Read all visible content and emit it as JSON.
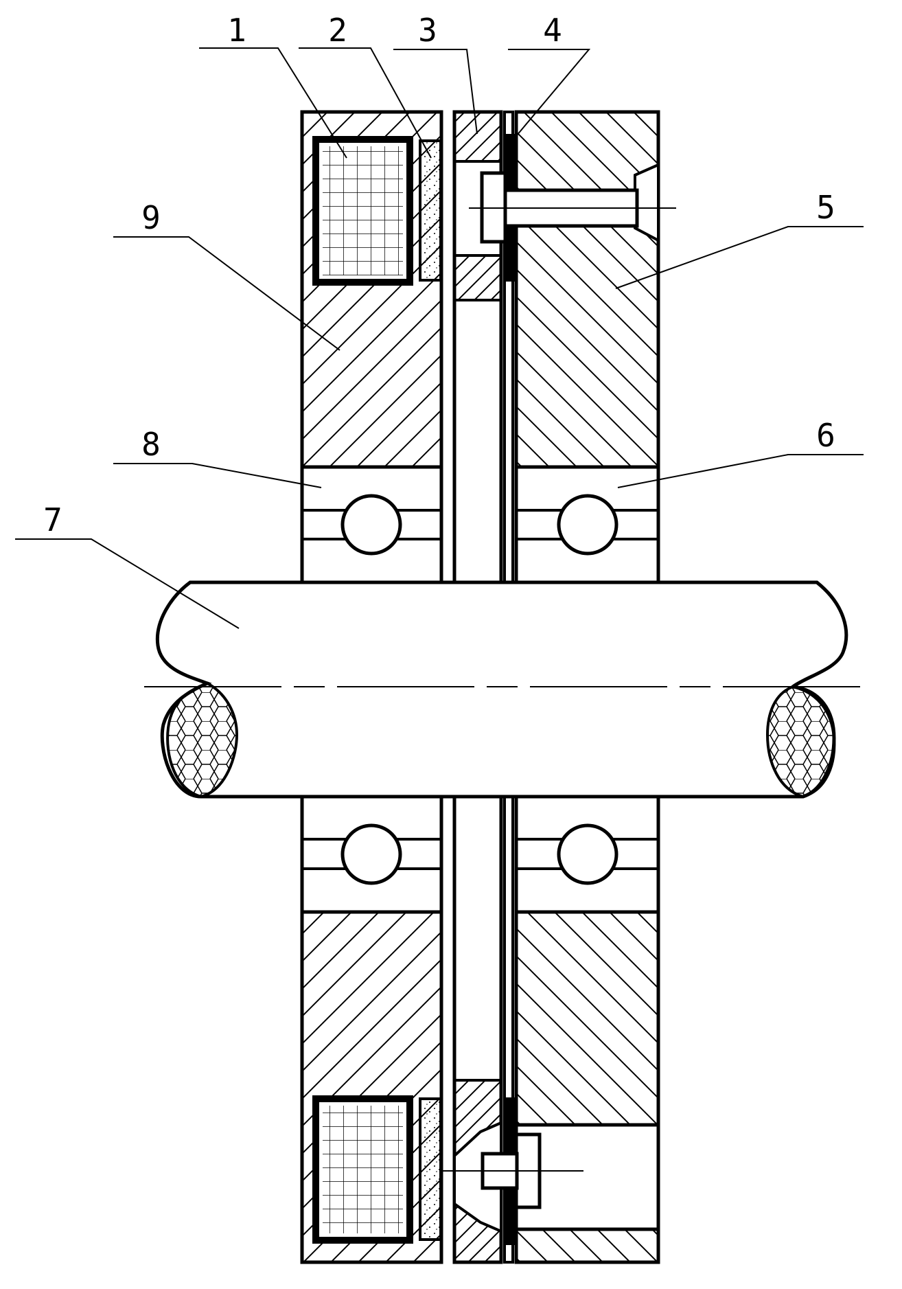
{
  "diagram": {
    "callouts": [
      {
        "id": "1",
        "label": "1"
      },
      {
        "id": "2",
        "label": "2"
      },
      {
        "id": "3",
        "label": "3"
      },
      {
        "id": "4",
        "label": "4"
      },
      {
        "id": "5",
        "label": "5"
      },
      {
        "id": "6",
        "label": "6"
      },
      {
        "id": "7",
        "label": "7"
      },
      {
        "id": "8",
        "label": "8"
      },
      {
        "id": "9",
        "label": "9"
      }
    ],
    "colors": {
      "line": "#000000",
      "background": "#ffffff"
    },
    "icons": {
      "coil": "coil-grid-hatch",
      "friction": "friction-pad-speckle",
      "shaft_break": "shaft-break-honeycomb"
    }
  }
}
